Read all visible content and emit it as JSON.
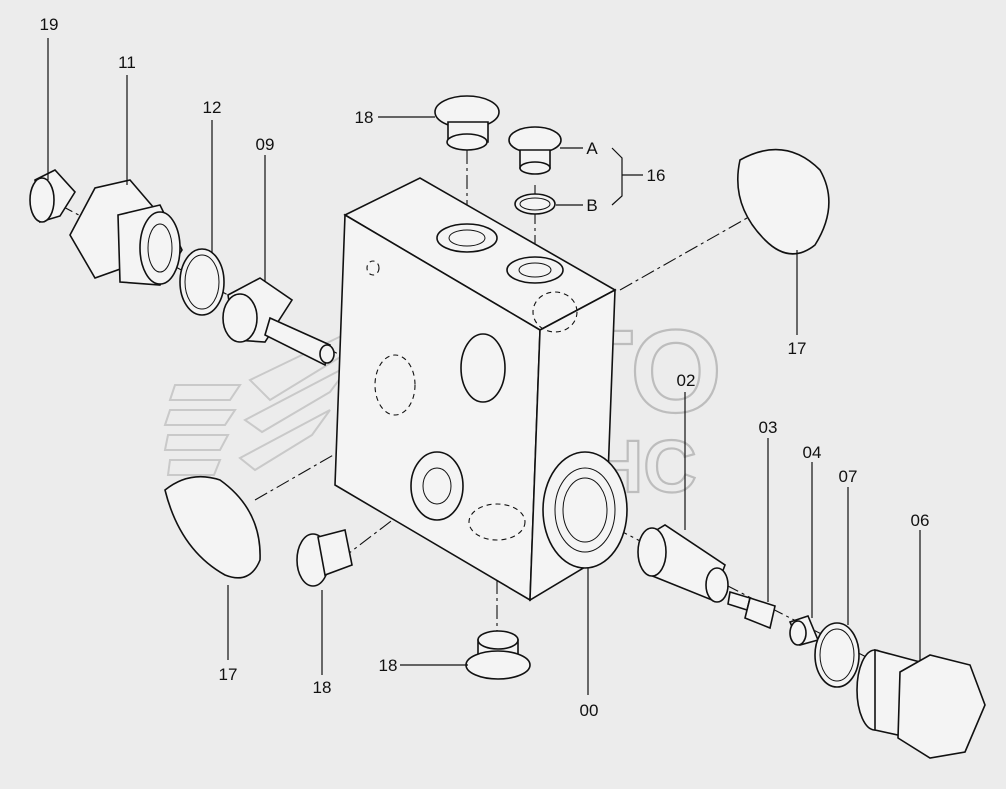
{
  "labels": {
    "p19": "19",
    "p11": "11",
    "p12": "12",
    "p09": "09",
    "p18_top": "18",
    "p16": "16",
    "pA": "A",
    "pB": "B",
    "p17_right": "17",
    "p02": "02",
    "p03": "03",
    "p04": "04",
    "p07": "07",
    "p06": "06",
    "p00": "00",
    "p18_bottom": "18",
    "p18_left": "18",
    "p17_left": "17"
  },
  "watermark": {
    "line1": "АВТО",
    "line2": "АЛЬЯНС"
  },
  "colors": {
    "background": "#ececec",
    "ink": "#111111",
    "watermark": "#c4c4c4"
  }
}
